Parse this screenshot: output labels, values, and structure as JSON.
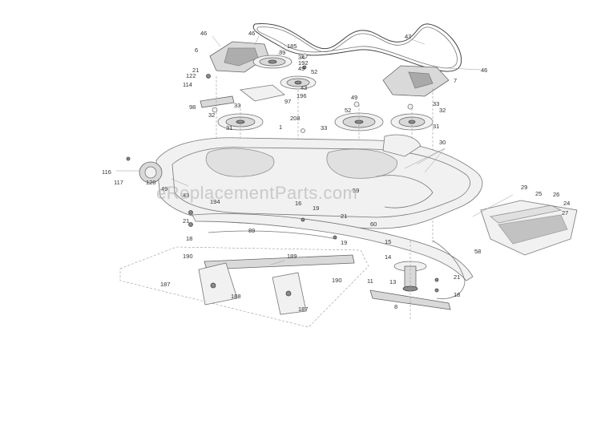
{
  "watermark": "eReplacementParts.com",
  "callouts": {
    "c46a": "46",
    "c46b": "46",
    "c185": "185",
    "c6": "6",
    "c39": "39",
    "c34": "34",
    "c192": "192",
    "c49a": "49",
    "c52a": "52",
    "c21a": "21",
    "c122": "122",
    "c43": "43",
    "c114": "114",
    "c97": "97",
    "c196": "196",
    "c98": "98",
    "c33a": "33",
    "c32a": "32",
    "c31a": "31",
    "c208": "208",
    "c1": "1",
    "c33b": "33",
    "c49b": "49",
    "c52b": "52",
    "c33c": "33",
    "c32b": "32",
    "c31b": "31",
    "c47": "47",
    "c46c": "46",
    "c7": "7",
    "c30": "30",
    "c116": "116",
    "c117": "117",
    "c120": "120",
    "c49c": "49",
    "c43b": "43",
    "c194": "194",
    "c16": "16",
    "c19a": "19",
    "c59": "59",
    "c21b": "21",
    "c21c": "21",
    "c18a": "18",
    "c89": "89",
    "c60": "60",
    "c19b": "19",
    "c29": "29",
    "c25": "25",
    "c26": "26",
    "c24": "24",
    "c27": "27",
    "c15": "15",
    "c58": "58",
    "c190a": "190",
    "c189": "189",
    "c187a": "187",
    "c188": "188",
    "c190b": "190",
    "c187b": "187",
    "c14": "14",
    "c13": "13",
    "c21d": "21",
    "c11": "11",
    "c18b": "18",
    "c8": "8"
  }
}
